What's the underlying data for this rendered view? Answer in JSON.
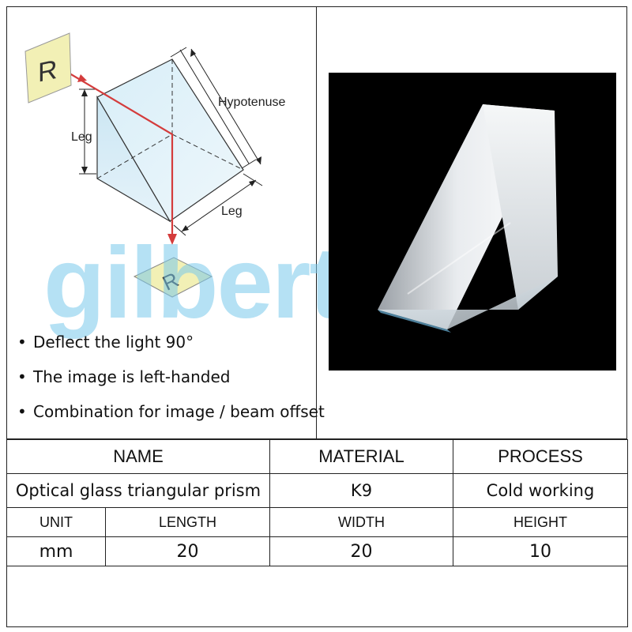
{
  "diagram": {
    "image_letter": "R",
    "labels": {
      "hypotenuse": "Hypotenuse",
      "leg_left": "Leg",
      "leg_bottom": "Leg"
    }
  },
  "watermark": "gilbert",
  "features": [
    {
      "text": "Deflect the light 90°"
    },
    {
      "text": "The image is left-handed"
    },
    {
      "text": "Combination for image / beam offset"
    }
  ],
  "table": {
    "headers": [
      "NAME",
      "MATERIAL",
      "PROCESS"
    ],
    "row": [
      "Optical glass triangular prism",
      "K9",
      "Cold working"
    ],
    "dim_headers": [
      "UNIT",
      "LENGTH",
      "WIDTH",
      "HEIGHT"
    ],
    "dim_values": [
      "mm",
      "20",
      "20",
      "10"
    ]
  },
  "colors": {
    "beam": "#d43c3c",
    "note_bg": "#f2f0b5",
    "photo_bg": "#000000",
    "watermark": "#78c8eb"
  }
}
